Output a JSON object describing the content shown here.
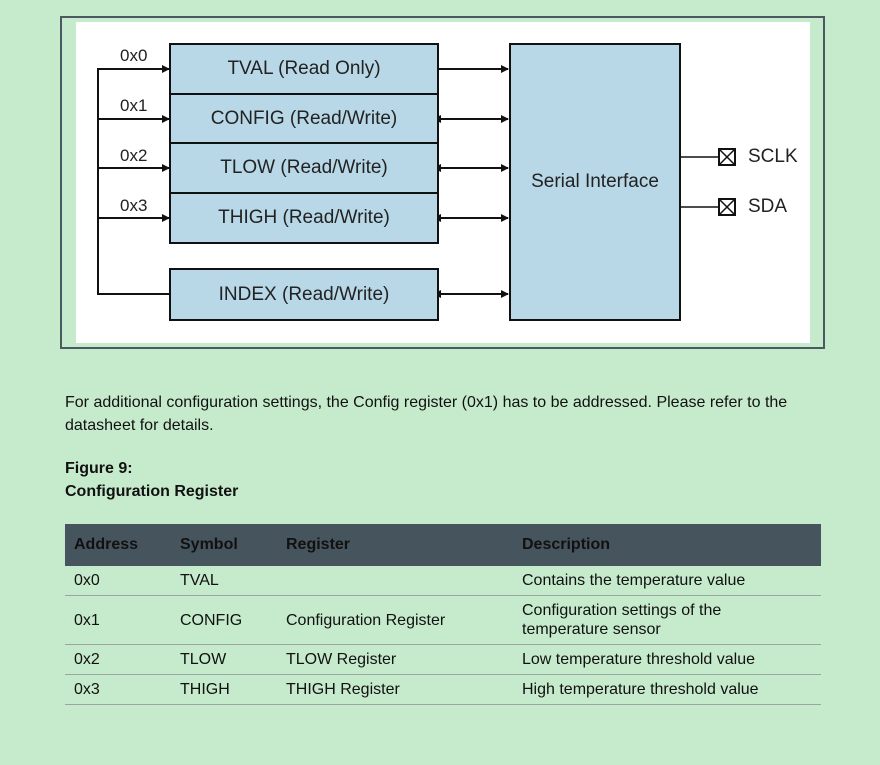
{
  "diagram": {
    "registers": [
      {
        "address": "0x0",
        "label": "TVAL (Read Only)",
        "access": "read-only"
      },
      {
        "address": "0x1",
        "label": "CONFIG (Read/Write)",
        "access": "read-write"
      },
      {
        "address": "0x2",
        "label": "TLOW (Read/Write)",
        "access": "read-write"
      },
      {
        "address": "0x3",
        "label": "THIGH (Read/Write)",
        "access": "read-write"
      }
    ],
    "index_register": {
      "label": "INDEX (Read/Write)"
    },
    "serial_interface": {
      "label": "Serial Interface"
    },
    "pins": [
      {
        "label": "SCLK"
      },
      {
        "label": "SDA"
      }
    ],
    "colors": {
      "box_fill": "#b8d8e8",
      "frame_border": "#4a5a60",
      "page_bg": "#c6ebcc"
    }
  },
  "paragraph": "For additional configuration settings, the Config register (0x1) has to be addressed. Please refer to the datasheet for details.",
  "figure": {
    "number": "Figure 9:",
    "title": "Configuration Register"
  },
  "table": {
    "header_color": "#46545e",
    "columns": [
      "Address",
      "Symbol",
      "Register",
      "Description"
    ],
    "rows": [
      [
        "0x0",
        "TVAL",
        "",
        "Contains the temperature value"
      ],
      [
        "0x1",
        "CONFIG",
        "Configuration Register",
        "Configuration settings of the temperature sensor"
      ],
      [
        "0x2",
        "TLOW",
        "TLOW Register",
        "Low temperature threshold value"
      ],
      [
        "0x3",
        "THIGH",
        "THIGH Register",
        "High temperature threshold value"
      ]
    ]
  }
}
